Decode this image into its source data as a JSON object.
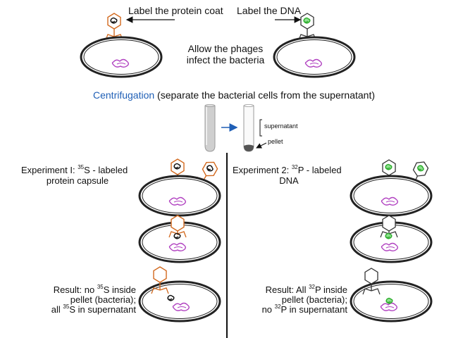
{
  "top": {
    "label_protein": "Label the protein coat",
    "label_dna": "Label the DNA",
    "infect_line1": "Allow the phages",
    "infect_line2": "infect the bacteria"
  },
  "centrifuge": {
    "word": "Centrifugation",
    "note": " (separate the bacterial cells from the supernatant)",
    "supernatant": "supernatant",
    "pellet": "pellet"
  },
  "exp1": {
    "title_a": "Experiment I:  ",
    "title_sup": "35",
    "title_b": "S - labeled",
    "title_line2": "protein capsule",
    "result_l1a": "Result:  no ",
    "result_l1sup": "35",
    "result_l1b": "S inside",
    "result_l2": "pellet (bacteria);",
    "result_l3a": "all ",
    "result_l3sup": "35",
    "result_l3b": "S in supernatant"
  },
  "exp2": {
    "title_a": "Experiment 2:  ",
    "title_sup": "32",
    "title_b": "P - labeled",
    "title_line2": "DNA",
    "result_l1a": "Result: All ",
    "result_l1sup": "32",
    "result_l1b": "P inside",
    "result_l2": "pellet (bacteria);",
    "result_l3a": "no ",
    "result_l3sup": "32",
    "result_l3b": "P in supernatant"
  },
  "colors": {
    "protein_label": "#d2691e",
    "dna_label": "#3cc83c",
    "bacterial_dna": "#b040c0",
    "arrow": "#1f5fb6",
    "pellet": "#555555"
  },
  "icons": [
    "bacterium-icon",
    "phage-icon",
    "test-tube-icon",
    "arrow-icon"
  ]
}
